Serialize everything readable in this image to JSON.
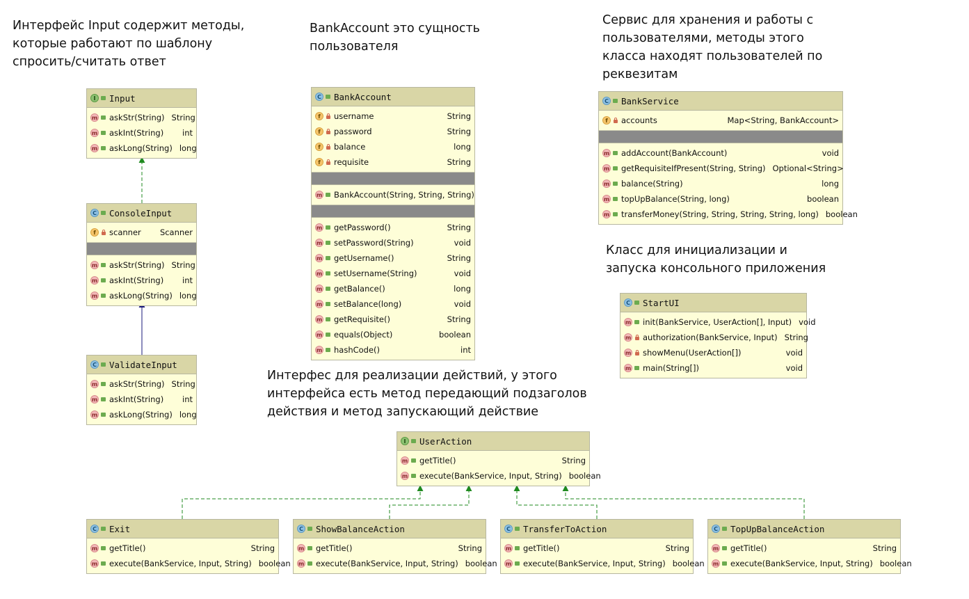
{
  "notes": {
    "input": "Интерфейс Input содержит методы,\nкоторые работают по шаблону\nспросить/считать ответ",
    "bankaccount": "BankAccount это сущность\nпользователя",
    "bankservice": "Сервис для хранения и работы с\nпользователями, методы этого\nкласса находят пользователей по\nреквезитам",
    "startui": "Класс для инициализации и\nзапуска консольного приложения",
    "useraction": "Интерфес для реализации действий, у этого\nинтерфейса есть метод передающий подзаголов\nдействия и метод запускающий действие"
  },
  "classes": {
    "input": {
      "name": "Input",
      "kind": "I",
      "methods": [
        {
          "name": "askStr(String)",
          "type": "String"
        },
        {
          "name": "askInt(String)",
          "type": "int"
        },
        {
          "name": "askLong(String)",
          "type": "long"
        }
      ]
    },
    "consoleinput": {
      "name": "ConsoleInput",
      "kind": "C",
      "fields": [
        {
          "name": "scanner",
          "type": "Scanner"
        }
      ],
      "methods": [
        {
          "name": "askStr(String)",
          "type": "String"
        },
        {
          "name": "askInt(String)",
          "type": "int"
        },
        {
          "name": "askLong(String)",
          "type": "long"
        }
      ]
    },
    "validateinput": {
      "name": "ValidateInput",
      "kind": "C",
      "methods": [
        {
          "name": "askStr(String)",
          "type": "String"
        },
        {
          "name": "askInt(String)",
          "type": "int"
        },
        {
          "name": "askLong(String)",
          "type": "long"
        }
      ]
    },
    "bankaccount": {
      "name": "BankAccount",
      "kind": "C",
      "fields": [
        {
          "name": "username",
          "type": "String"
        },
        {
          "name": "password",
          "type": "String"
        },
        {
          "name": "balance",
          "type": "long"
        },
        {
          "name": "requisite",
          "type": "String"
        }
      ],
      "constructors": [
        {
          "name": "BankAccount(String, String, String)",
          "type": ""
        }
      ],
      "methods": [
        {
          "name": "getPassword()",
          "type": "String"
        },
        {
          "name": "setPassword(String)",
          "type": "void"
        },
        {
          "name": "getUsername()",
          "type": "String"
        },
        {
          "name": "setUsername(String)",
          "type": "void"
        },
        {
          "name": "getBalance()",
          "type": "long"
        },
        {
          "name": "setBalance(long)",
          "type": "void"
        },
        {
          "name": "getRequisite()",
          "type": "String"
        },
        {
          "name": "equals(Object)",
          "type": "boolean"
        },
        {
          "name": "hashCode()",
          "type": "int"
        }
      ]
    },
    "bankservice": {
      "name": "BankService",
      "kind": "C",
      "fields": [
        {
          "name": "accounts",
          "type": "Map<String, BankAccount>"
        }
      ],
      "methods": [
        {
          "name": "addAccount(BankAccount)",
          "type": "void"
        },
        {
          "name": "getRequisiteIfPresent(String, String)",
          "type": "Optional<String>"
        },
        {
          "name": "balance(String)",
          "type": "long"
        },
        {
          "name": "topUpBalance(String, long)",
          "type": "boolean"
        },
        {
          "name": "transferMoney(String, String, String, String, long)",
          "type": "boolean"
        }
      ]
    },
    "startui": {
      "name": "StartUI",
      "kind": "C",
      "methods": [
        {
          "name": "init(BankService, UserAction[], Input)",
          "type": "void"
        },
        {
          "name": "authorization(BankService, Input)",
          "type": "String"
        },
        {
          "name": "showMenu(UserAction[])",
          "type": "void"
        },
        {
          "name": "main(String[])",
          "type": "void"
        }
      ]
    },
    "useraction": {
      "name": "UserAction",
      "kind": "I",
      "methods": [
        {
          "name": "getTitle()",
          "type": "String"
        },
        {
          "name": "execute(BankService, Input, String)",
          "type": "boolean"
        }
      ]
    },
    "exit": {
      "name": "Exit",
      "kind": "C",
      "methods": [
        {
          "name": "getTitle()",
          "type": "String"
        },
        {
          "name": "execute(BankService, Input, String)",
          "type": "boolean"
        }
      ]
    },
    "showbalance": {
      "name": "ShowBalanceAction",
      "kind": "C",
      "methods": [
        {
          "name": "getTitle()",
          "type": "String"
        },
        {
          "name": "execute(BankService, Input, String)",
          "type": "boolean"
        }
      ]
    },
    "transferto": {
      "name": "TransferToAction",
      "kind": "C",
      "methods": [
        {
          "name": "getTitle()",
          "type": "String"
        },
        {
          "name": "execute(BankService, Input, String)",
          "type": "boolean"
        }
      ]
    },
    "topupbalance": {
      "name": "TopUpBalanceAction",
      "kind": "C",
      "methods": [
        {
          "name": "getTitle()",
          "type": "String"
        },
        {
          "name": "execute(BankService, Input, String)",
          "type": "boolean"
        }
      ]
    }
  },
  "colors": {
    "realization": "#1f8a1f",
    "generalization": "#1a1a7a",
    "header": "#d9d6a6",
    "body": "#fefed8"
  }
}
